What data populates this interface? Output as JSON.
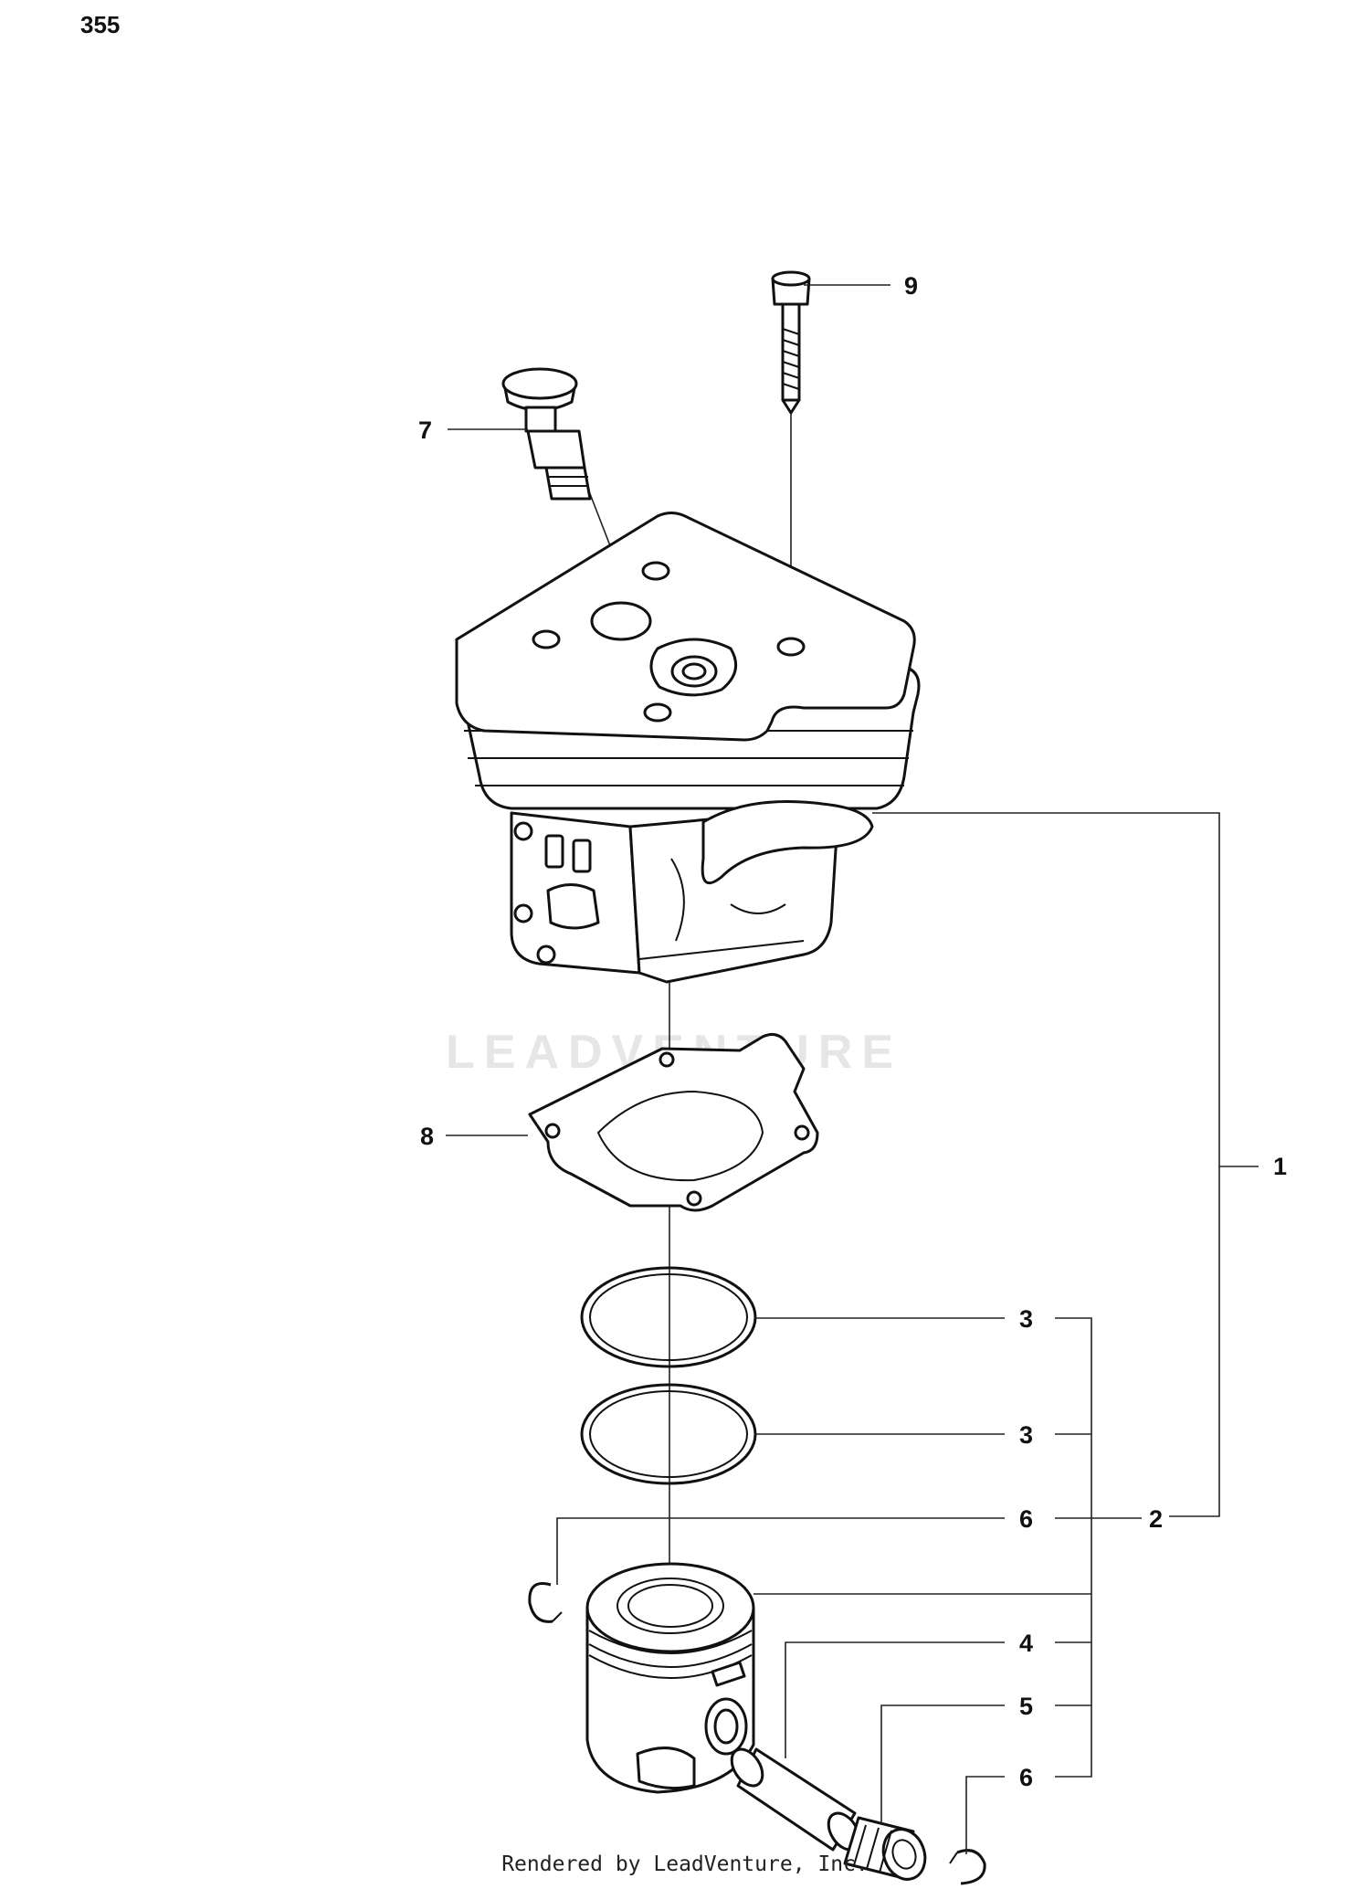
{
  "page_number": "355",
  "watermark": "LEADVENTURE",
  "footer": "Rendered by LeadVenture, Inc.",
  "callouts": {
    "c1": "1",
    "c2": "2",
    "c3a": "3",
    "c3b": "3",
    "c4": "4",
    "c5": "5",
    "c6a": "6",
    "c6b": "6",
    "c7": "7",
    "c8": "8",
    "c9": "9"
  }
}
